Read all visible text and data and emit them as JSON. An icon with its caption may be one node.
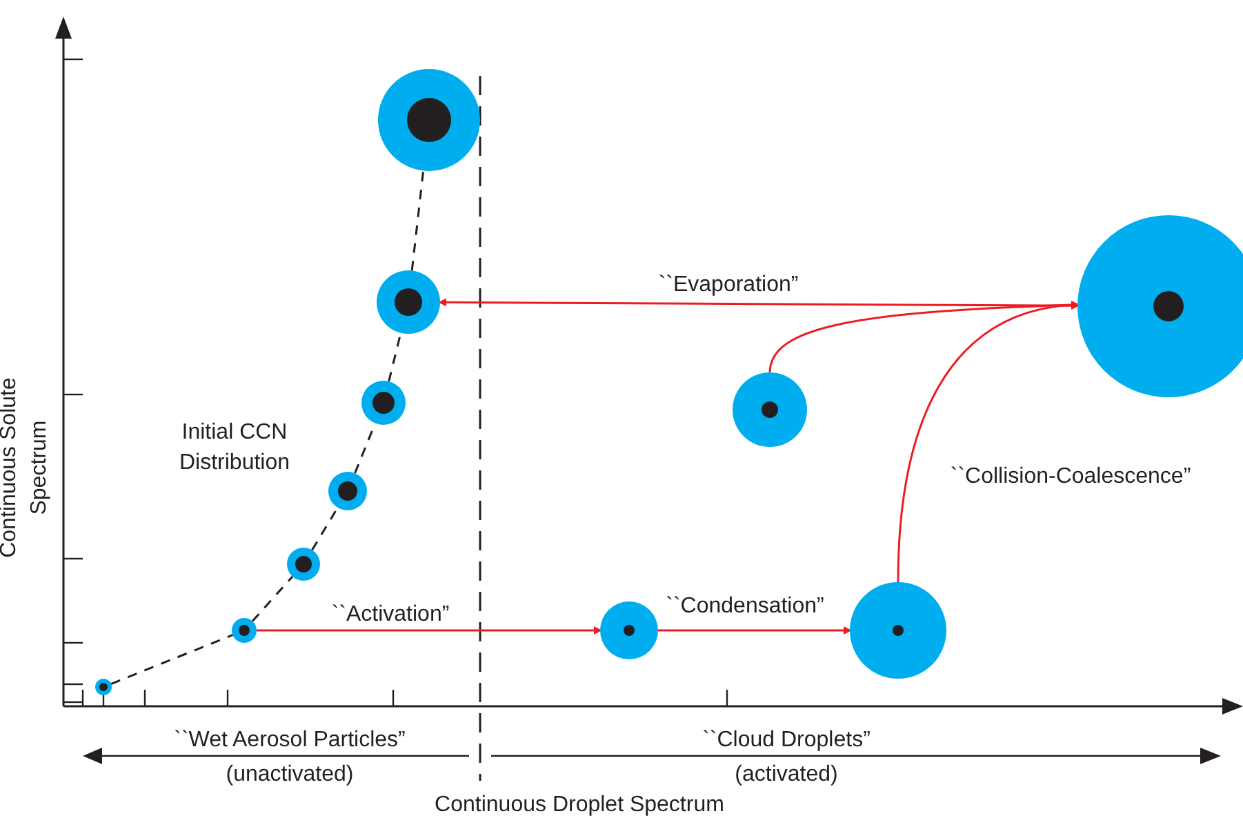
{
  "diagram": {
    "nodes": [
      {
        "text": [],
        "shape": "circle"
      },
      {
        "text": [],
        "shape": "circle"
      },
      {
        "text": [],
        "shape": "circle"
      },
      {
        "text": [],
        "shape": "circle"
      },
      {
        "text": [],
        "shape": "circle"
      },
      {
        "text": [],
        "shape": "circle"
      },
      {
        "text": [],
        "shape": "circle"
      },
      {
        "text": [],
        "shape": "circle"
      },
      {
        "text": [],
        "shape": "circle"
      },
      {
        "text": [],
        "shape": "circle"
      },
      {
        "text": [],
        "shape": "circle"
      }
    ],
    "edges": [
      {
        "from": 0,
        "to": 1,
        "arrow": "none",
        "style": "dashed"
      },
      {
        "from": 1,
        "to": 2,
        "arrow": "none",
        "style": "dashed"
      },
      {
        "from": 2,
        "to": 3,
        "arrow": "none",
        "style": "dashed"
      },
      {
        "from": 3,
        "to": 4,
        "arrow": "none",
        "style": "dashed"
      },
      {
        "from": 4,
        "to": 5,
        "arrow": "none",
        "style": "dashed"
      },
      {
        "from": 5,
        "to": 6,
        "arrow": "none",
        "style": "dashed"
      },
      {
        "from": 1,
        "to": 7,
        "arrow": "to",
        "label": "``Activation”",
        "color": "#ed1c24"
      },
      {
        "from": 7,
        "to": 9,
        "arrow": "to",
        "label": "``Condensation”",
        "color": "#ed1c24"
      },
      {
        "from": 5,
        "to": 10,
        "arrow": "both",
        "label": "``Evaporation”",
        "color": "#ed1c24"
      },
      {
        "from": 8,
        "to": 10,
        "arrow": "to",
        "color": "#ed1c24"
      },
      {
        "from": 9,
        "to": 10,
        "arrow": "to",
        "label": "``Collision-Coalescence”",
        "color": "#ed1c24"
      }
    ],
    "labels": [
      "Continuous Solute Spectrum",
      "Initial CCN Distribution",
      "``Wet Aerosol Particles”",
      "(unactivated)",
      "``Cloud Droplets”",
      "(activated)",
      "Continuous Droplet Spectrum"
    ]
  }
}
